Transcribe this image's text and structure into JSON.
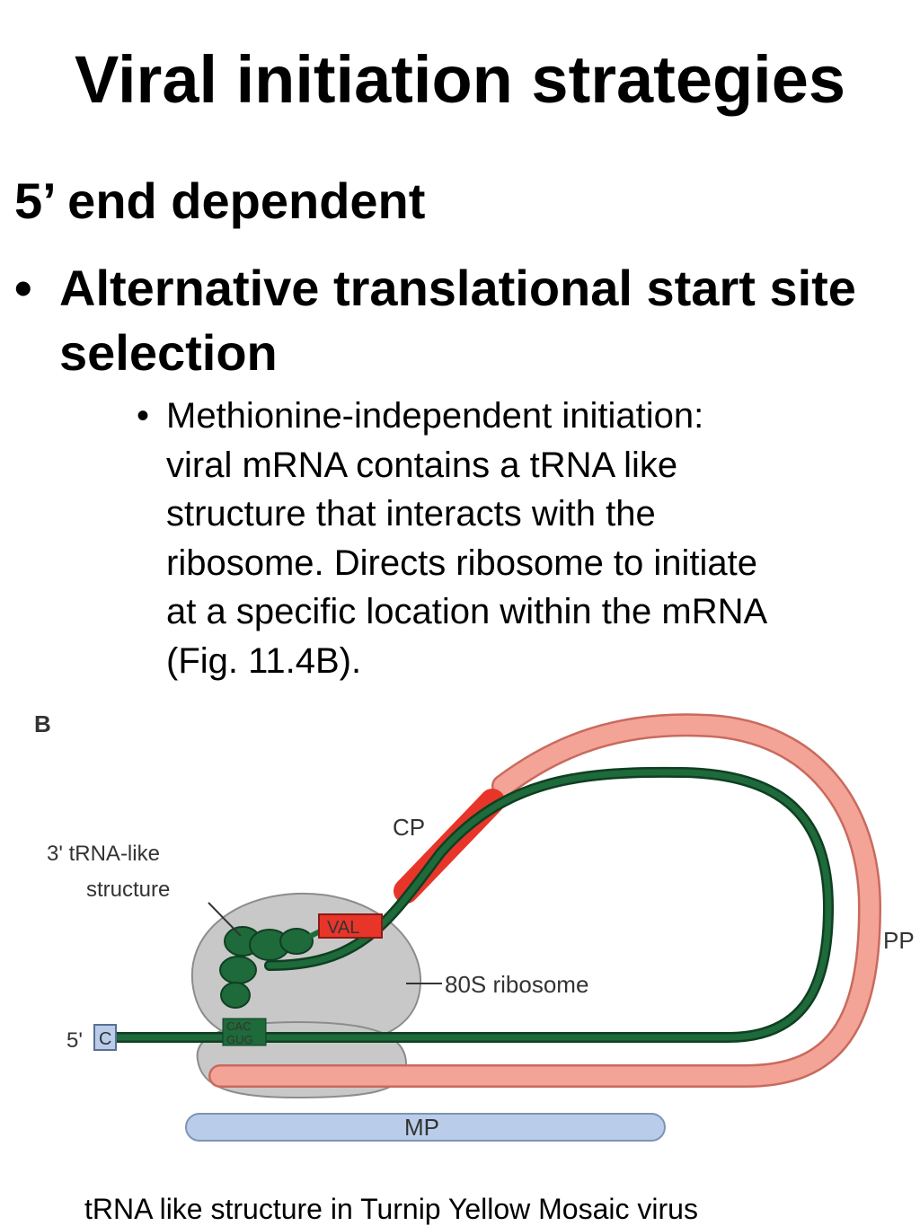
{
  "title": "Viral initiation strategies",
  "heading": "5’ end dependent",
  "bullet_main": {
    "marker": "•",
    "text": "Alternative translational start site selection"
  },
  "bullet_sub": {
    "marker": "•",
    "lines": [
      "Methionine-independent initiation:",
      "viral mRNA contains a tRNA like",
      "structure that interacts with the",
      "ribosome.  Directs ribosome to initiate",
      "at a specific location within the mRNA",
      "(Fig. 11.4B)."
    ]
  },
  "figure": {
    "panel_label": "B",
    "labels": {
      "cp": "CP",
      "trna_line1": "3' tRNA-like",
      "trna_line2": "structure",
      "val": "VAL",
      "ribosome": "80S ribosome",
      "pp": "PP",
      "five_prime": "5'",
      "cap": "C",
      "cac": "CAC",
      "gug": "GUG",
      "mp": "MP"
    },
    "colors": {
      "rna_green": "#1e6a3a",
      "pp_salmon": "#f08b7d",
      "pp_light": "#f8b0a5",
      "cp_red": "#e8352a",
      "ribosome_gray": "#c8c8c8",
      "mp_blue": "#b9cdea"
    }
  },
  "caption": "tRNA like structure in Turnip Yellow Mosaic virus"
}
